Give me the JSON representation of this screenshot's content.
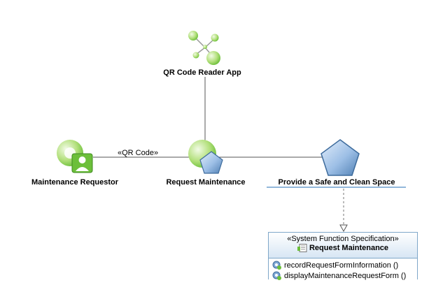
{
  "nodes": {
    "qr_app": "QR Code Reader App",
    "requestor": "Maintenance Requestor",
    "request": "Request Maintenance",
    "goal": "Provide a Safe and Clean Space"
  },
  "connector_label": "«QR Code»",
  "spec": {
    "stereotype": "«System Function Specification»",
    "title": "Request Maintenance",
    "operations": [
      "recordRequestFormInformation ()",
      "displayMaintenanceRequestForm ()"
    ]
  },
  "colors": {
    "green_light": "#c8eaa0",
    "green_dark": "#6cbf3a",
    "blue_light": "#b9d3ee",
    "blue_dark": "#4f7fb3",
    "line": "#555555",
    "accent_line": "#6f9fcf"
  }
}
